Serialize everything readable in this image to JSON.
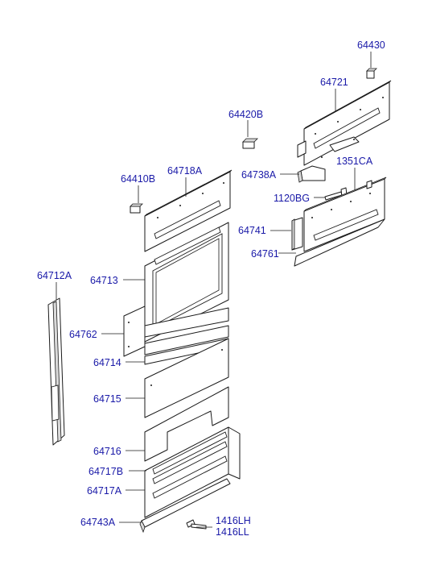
{
  "labels": {
    "p64430": "64430",
    "p64721": "64721",
    "p64420B": "64420B",
    "p64738A": "64738A",
    "p1351CA": "1351CA",
    "p64410B": "64410B",
    "p64718A": "64718A",
    "p1120BG": "1120BG",
    "p64741": "64741",
    "p64761": "64761",
    "p64712A": "64712A",
    "p64713": "64713",
    "p64762": "64762",
    "p64714": "64714",
    "p64715": "64715",
    "p64716": "64716",
    "p64717B": "64717B",
    "p64717A": "64717A",
    "p64743A": "64743A",
    "p1416LH": "1416LH",
    "p1416LL": "1416LL"
  }
}
